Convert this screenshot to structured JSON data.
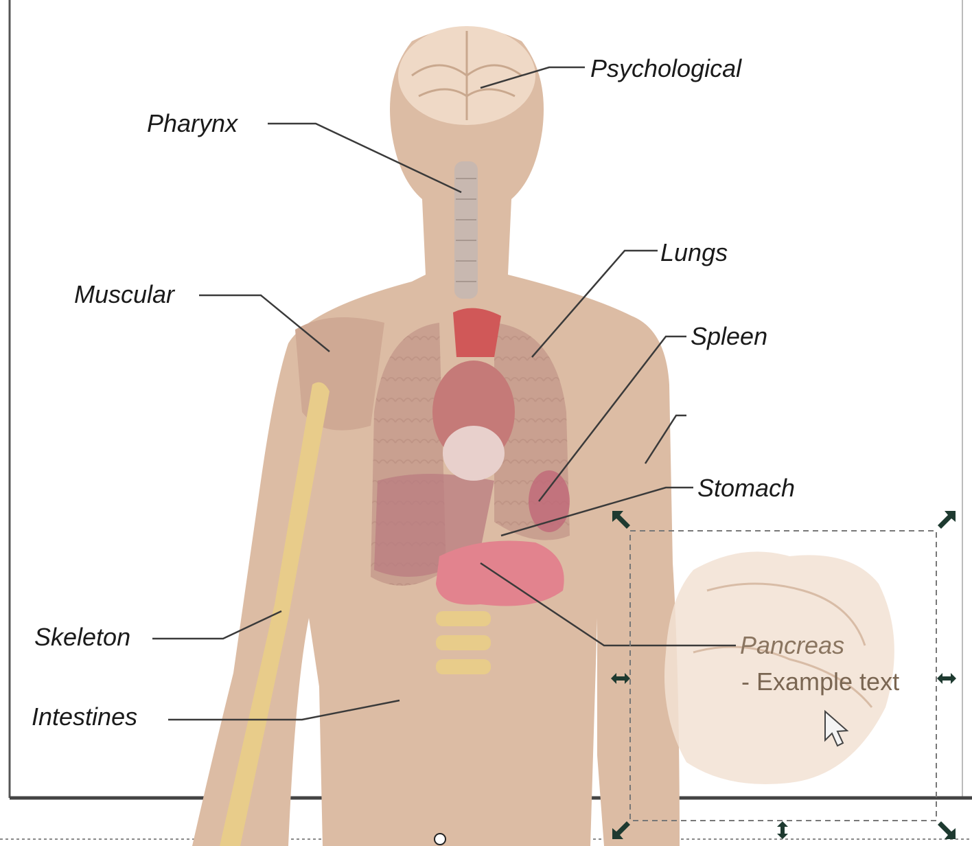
{
  "labels": {
    "psychological": "Psychological",
    "pharynx": "Pharynx",
    "lungs": "Lungs",
    "muscular": "Muscular",
    "spleen": "Spleen",
    "stomach": "Stomach",
    "skeleton": "Skeleton",
    "pancreas": "Pancreas",
    "intestines": "Intestines"
  },
  "selection": {
    "example_text": "- Example text"
  },
  "colors": {
    "skin": "#dcbca4",
    "lungs": "#c9a090",
    "heart": "#c57a78",
    "liver": "#b97c80",
    "stomach": "#e2838e",
    "bone": "#e8cc8a",
    "brain": "#efd9c6",
    "leader_line": "#3a3a3a",
    "selection_dash": "#777777"
  }
}
